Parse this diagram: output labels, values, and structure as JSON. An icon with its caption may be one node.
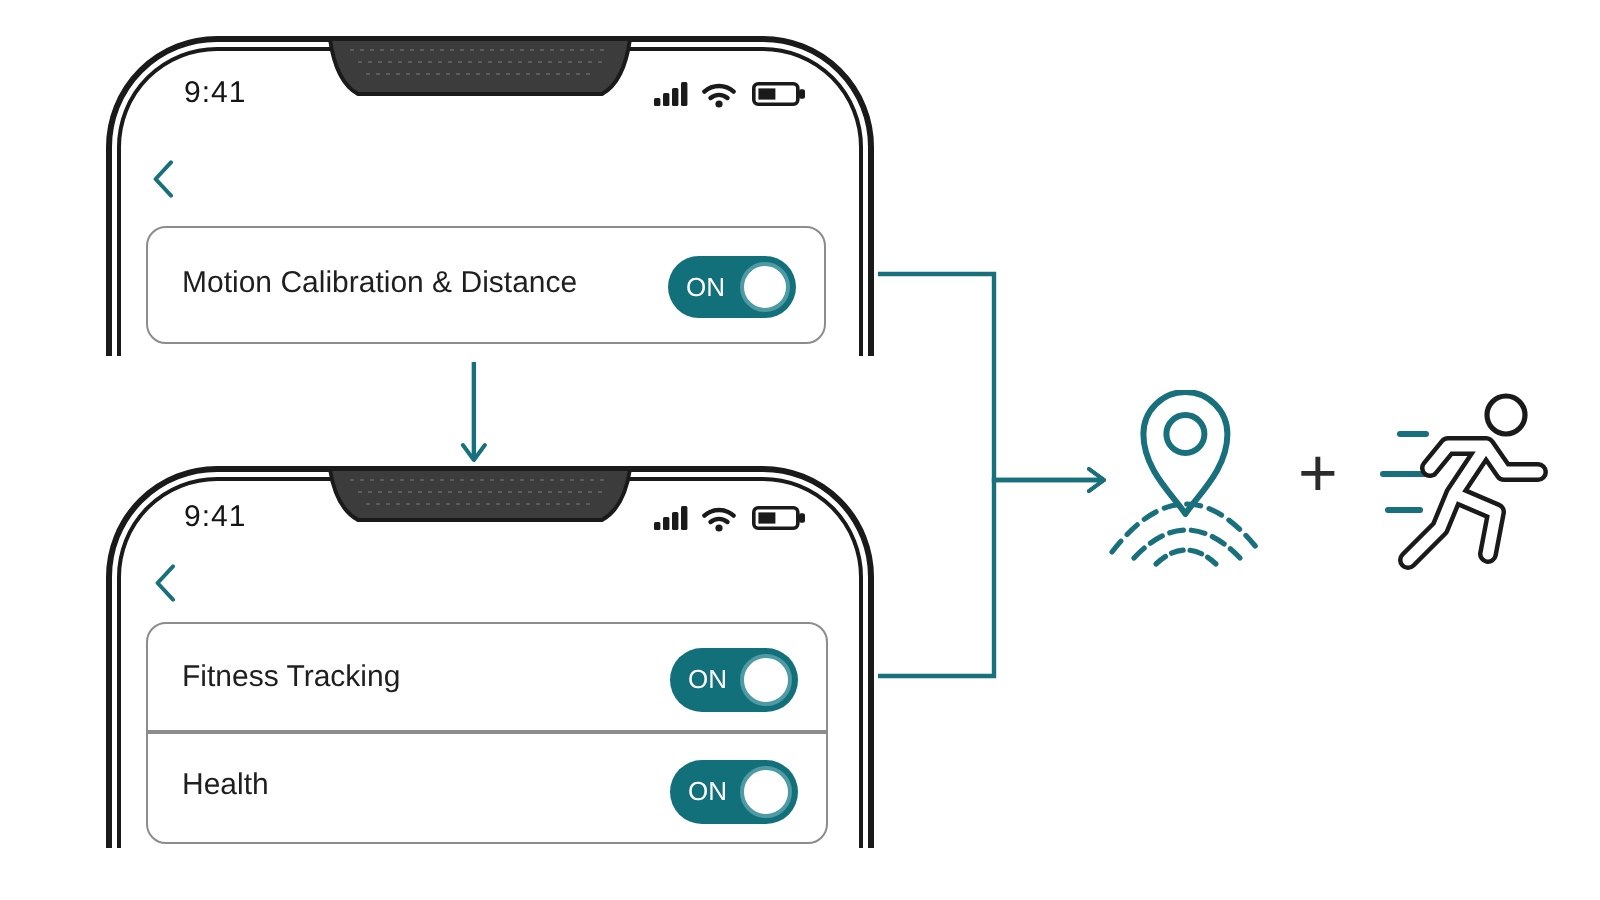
{
  "diagram": {
    "nodes": [
      {
        "text": [
          "9:41"
        ]
      },
      {
        "text": [
          "Motion Calibration & Distance"
        ],
        "in": 0
      },
      {
        "text": [
          "ON"
        ],
        "in": 1
      },
      {
        "text": [
          "9:41"
        ]
      },
      {
        "text": [
          "Fitness Tracking",
          "Health"
        ],
        "in": 3
      },
      {
        "text": [
          "ON"
        ],
        "in": 4
      },
      {
        "text": [
          "ON"
        ],
        "in": 4
      },
      {
        "text": [],
        "shape": "picture"
      },
      {
        "text": [],
        "shape": "person"
      }
    ],
    "edges": [
      {
        "from": 0,
        "to": 3,
        "arrow": "to"
      },
      {
        "from": 0,
        "to": 7,
        "arrow": "to"
      },
      {
        "from": 3,
        "to": 7,
        "arrow": "to"
      }
    ],
    "labels": [
      "+"
    ]
  }
}
